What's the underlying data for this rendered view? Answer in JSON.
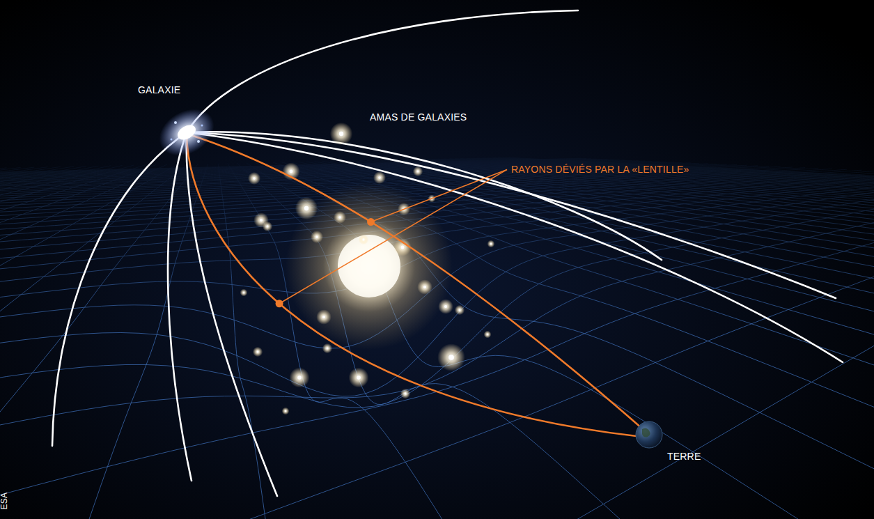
{
  "diagram": {
    "labels": [
      "GALAXIE",
      "AMAS DE GALAXIES",
      "RAYONS DÉVIÉS PAR LA «LENTILLE»",
      "TERRE",
      "ESA"
    ]
  }
}
